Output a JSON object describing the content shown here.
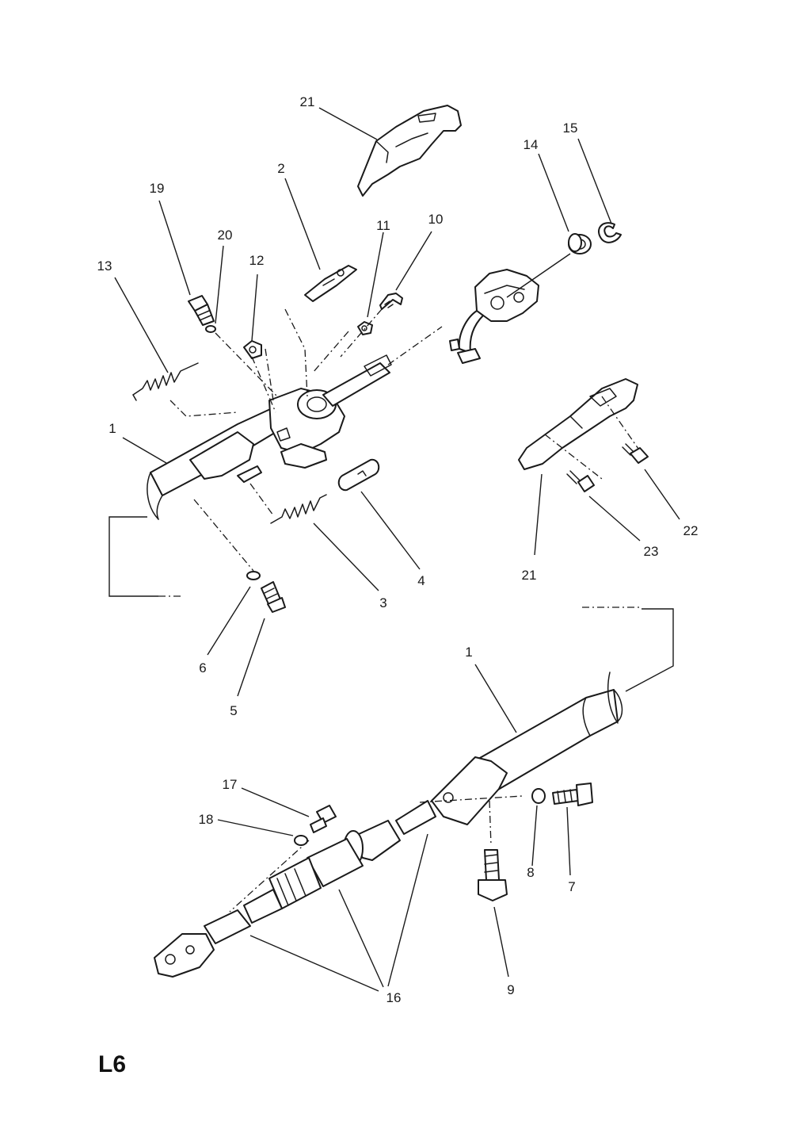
{
  "diagram": {
    "page_code": "L6",
    "callouts": {
      "c21_top": "21",
      "c2": "2",
      "c19": "19",
      "c20": "20",
      "c12": "12",
      "c13": "13",
      "c11": "11",
      "c10": "10",
      "c14": "14",
      "c15": "15",
      "c1_top": "1",
      "c3": "3",
      "c4": "4",
      "c6": "6",
      "c5": "5",
      "c21_right": "21",
      "c22": "22",
      "c23": "23",
      "c1_bottom": "1",
      "c17": "17",
      "c18": "18",
      "c8": "8",
      "c7": "7",
      "c9": "9",
      "c16": "16"
    }
  }
}
